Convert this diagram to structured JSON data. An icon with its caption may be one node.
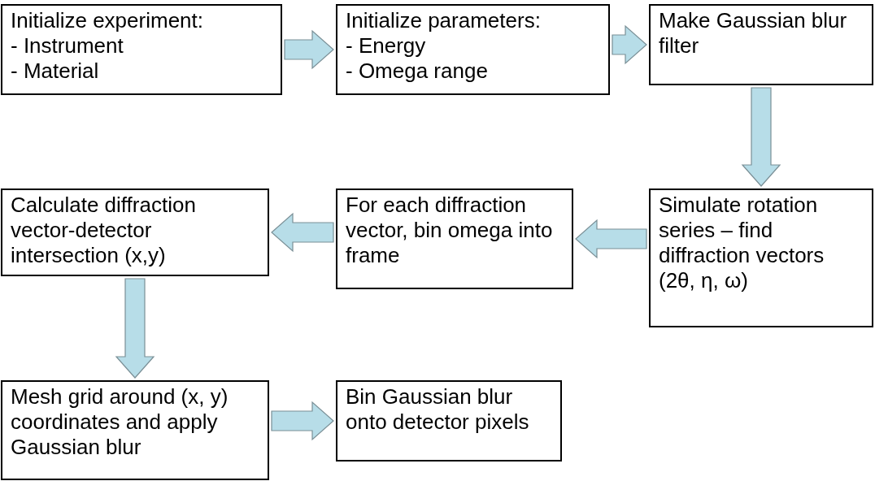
{
  "diagram": {
    "nodes": [
      {
        "text": [
          "Initialize experiment:",
          "- Instrument",
          "- Material"
        ]
      },
      {
        "text": [
          "Initialize parameters:",
          "- Energy",
          "- Omega range"
        ]
      },
      {
        "text": [
          "Make Gaussian blur filter"
        ]
      },
      {
        "text": [
          "Simulate rotation series – find diffraction vectors (2θ, η, ω)"
        ]
      },
      {
        "text": [
          "For each diffraction vector, bin omega into frame"
        ]
      },
      {
        "text": [
          "Calculate diffraction vector-detector intersection (x,y)"
        ]
      },
      {
        "text": [
          "Mesh grid around (x, y) coordinates and apply Gaussian blur"
        ]
      },
      {
        "text": [
          "Bin Gaussian blur onto detector pixels"
        ]
      }
    ],
    "edges": [
      {
        "from": 0,
        "to": 1,
        "arrow": "to"
      },
      {
        "from": 1,
        "to": 2,
        "arrow": "to"
      },
      {
        "from": 2,
        "to": 3,
        "arrow": "to"
      },
      {
        "from": 3,
        "to": 4,
        "arrow": "to"
      },
      {
        "from": 4,
        "to": 5,
        "arrow": "to"
      },
      {
        "from": 5,
        "to": 6,
        "arrow": "to"
      },
      {
        "from": 6,
        "to": 7,
        "arrow": "to"
      }
    ]
  }
}
